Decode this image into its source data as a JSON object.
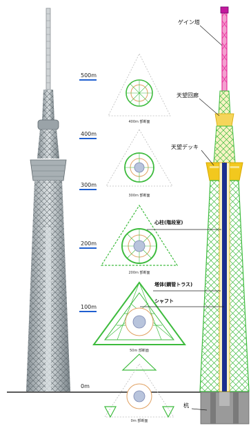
{
  "height_labels": [
    "500m",
    "400m",
    "300m",
    "200m",
    "100m",
    "0m"
  ],
  "section_captions": [
    "400m 部断面",
    "300m 部断面",
    "200m 部断面",
    "50m 部断面",
    "0m 部断面"
  ],
  "callouts": {
    "gain_tower": "ゲイン塔",
    "observation_corridor": "天望回廊",
    "observation_deck": "天望デッキ",
    "core_column": "心柱(階段室)",
    "tower_body": "塔体(鋼管トラス)",
    "shaft": "シャフト",
    "pile": "杭"
  },
  "colors": {
    "height_mark": "#1f5fd0",
    "truss": "#3dbb3d",
    "gain_tower": "#e8309c",
    "deck": "#f2c81e",
    "shaft": "#1b2f8f",
    "ground": "#888888"
  }
}
